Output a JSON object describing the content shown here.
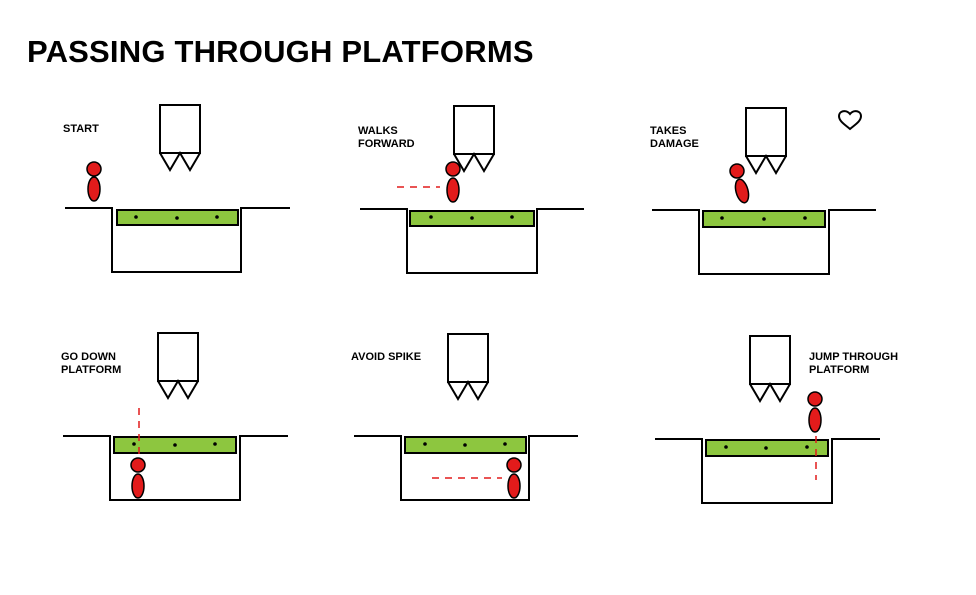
{
  "title": "PASSING THROUGH PLATFORMS",
  "colors": {
    "platform": "#8dc63f",
    "character": "#e21b1b",
    "path": "#e21b1b",
    "outline": "#000000"
  },
  "panels": [
    {
      "id": "start",
      "label": [
        "START"
      ],
      "heart": false
    },
    {
      "id": "walks-forward",
      "label": [
        "WALKS",
        "FORWARD"
      ],
      "heart": false
    },
    {
      "id": "takes-damage",
      "label": [
        "TAKES",
        "DAMAGE"
      ],
      "heart": true
    },
    {
      "id": "go-down-platform",
      "label": [
        "GO DOWN",
        "PLATFORM"
      ],
      "heart": false
    },
    {
      "id": "avoid-spike",
      "label": [
        "AVOID SPIKE"
      ],
      "heart": false
    },
    {
      "id": "jump-through-platform",
      "label": [
        "JUMP THROUGH",
        "PLATFORM"
      ],
      "heart": false
    }
  ]
}
